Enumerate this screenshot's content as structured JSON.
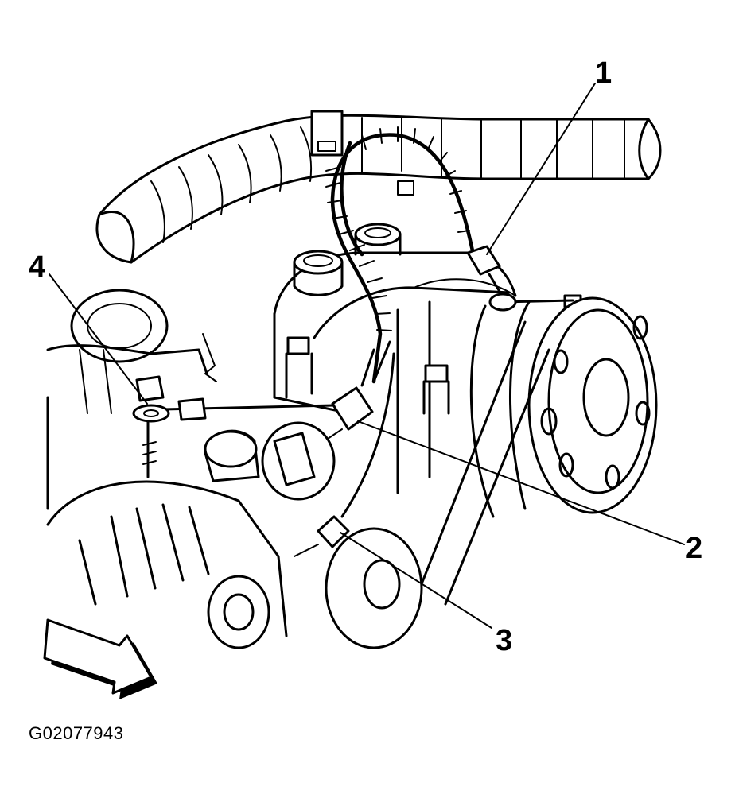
{
  "figure_id": "G02077943",
  "callouts": [
    {
      "label": "1"
    },
    {
      "label": "2"
    },
    {
      "label": "3"
    },
    {
      "label": "4"
    }
  ]
}
